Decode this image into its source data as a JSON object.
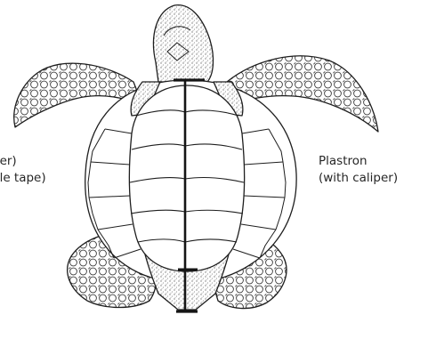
{
  "labels": {
    "left_line1": "per)",
    "left_line2": "ble tape)",
    "right_line1": "Plastron",
    "right_line2": "(with caliper)"
  },
  "colors": {
    "ink": "#1e1e1e",
    "stipple": "#b8b8b8",
    "measure_line": "#151515",
    "background": "#ffffff"
  }
}
